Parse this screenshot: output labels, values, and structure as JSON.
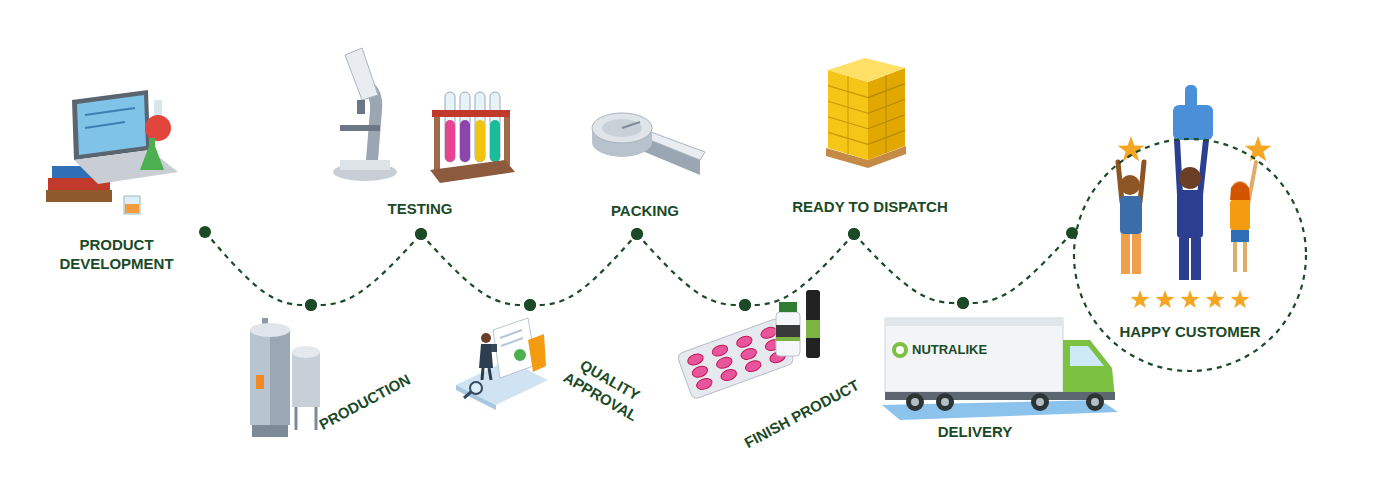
{
  "diagram": {
    "nodes": [
      {
        "text": [
          "PRODUCT DEVELOPMENT"
        ]
      },
      {
        "text": [
          "PRODUCTION"
        ]
      },
      {
        "text": [
          "TESTING"
        ]
      },
      {
        "text": [
          "QUALITY APPROVAL"
        ]
      },
      {
        "text": [
          "PACKING"
        ]
      },
      {
        "text": [
          "FINISH PRODUCT"
        ]
      },
      {
        "text": [
          "READY TO DISPATCH"
        ]
      },
      {
        "text": [
          "DELIVERY"
        ]
      },
      {
        "text": [
          "HAPPY CUSTOMER"
        ]
      }
    ],
    "edges": [
      {
        "from": 0,
        "to": 1,
        "arrow": "none"
      },
      {
        "from": 1,
        "to": 2,
        "arrow": "none"
      },
      {
        "from": 2,
        "to": 3,
        "arrow": "none"
      },
      {
        "from": 3,
        "to": 4,
        "arrow": "none"
      },
      {
        "from": 4,
        "to": 5,
        "arrow": "none"
      },
      {
        "from": 5,
        "to": 6,
        "arrow": "none"
      },
      {
        "from": 6,
        "to": 7,
        "arrow": "none"
      },
      {
        "from": 7,
        "to": 8,
        "arrow": "none"
      }
    ],
    "labels": [
      "NUTRALIKE"
    ]
  }
}
